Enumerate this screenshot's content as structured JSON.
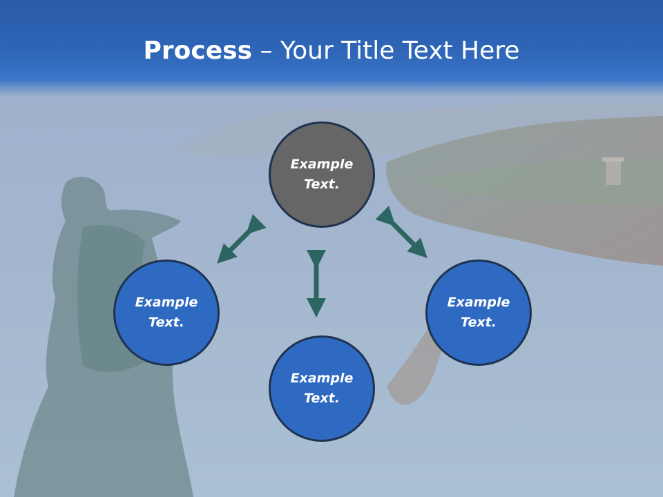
{
  "slide": {
    "title_bold": "Process",
    "title_rest": " – Your Title Text Here"
  },
  "colors": {
    "header_blue": "#2f66b8",
    "node_gray": "#666666",
    "node_blue": "#2f6ac2",
    "node_border": "#1f3350",
    "arrow_teal": "#2d6660"
  },
  "nodes": [
    {
      "id": "top",
      "label": "Example\nText."
    },
    {
      "id": "left",
      "label": "Example\nText."
    },
    {
      "id": "right",
      "label": "Example\nText."
    },
    {
      "id": "bottom",
      "label": "Example\nText."
    }
  ],
  "arrows": [
    {
      "id": "top-left",
      "type": "double-headed"
    },
    {
      "id": "top-right",
      "type": "double-headed"
    },
    {
      "id": "center-vertical",
      "type": "double-headed"
    }
  ]
}
